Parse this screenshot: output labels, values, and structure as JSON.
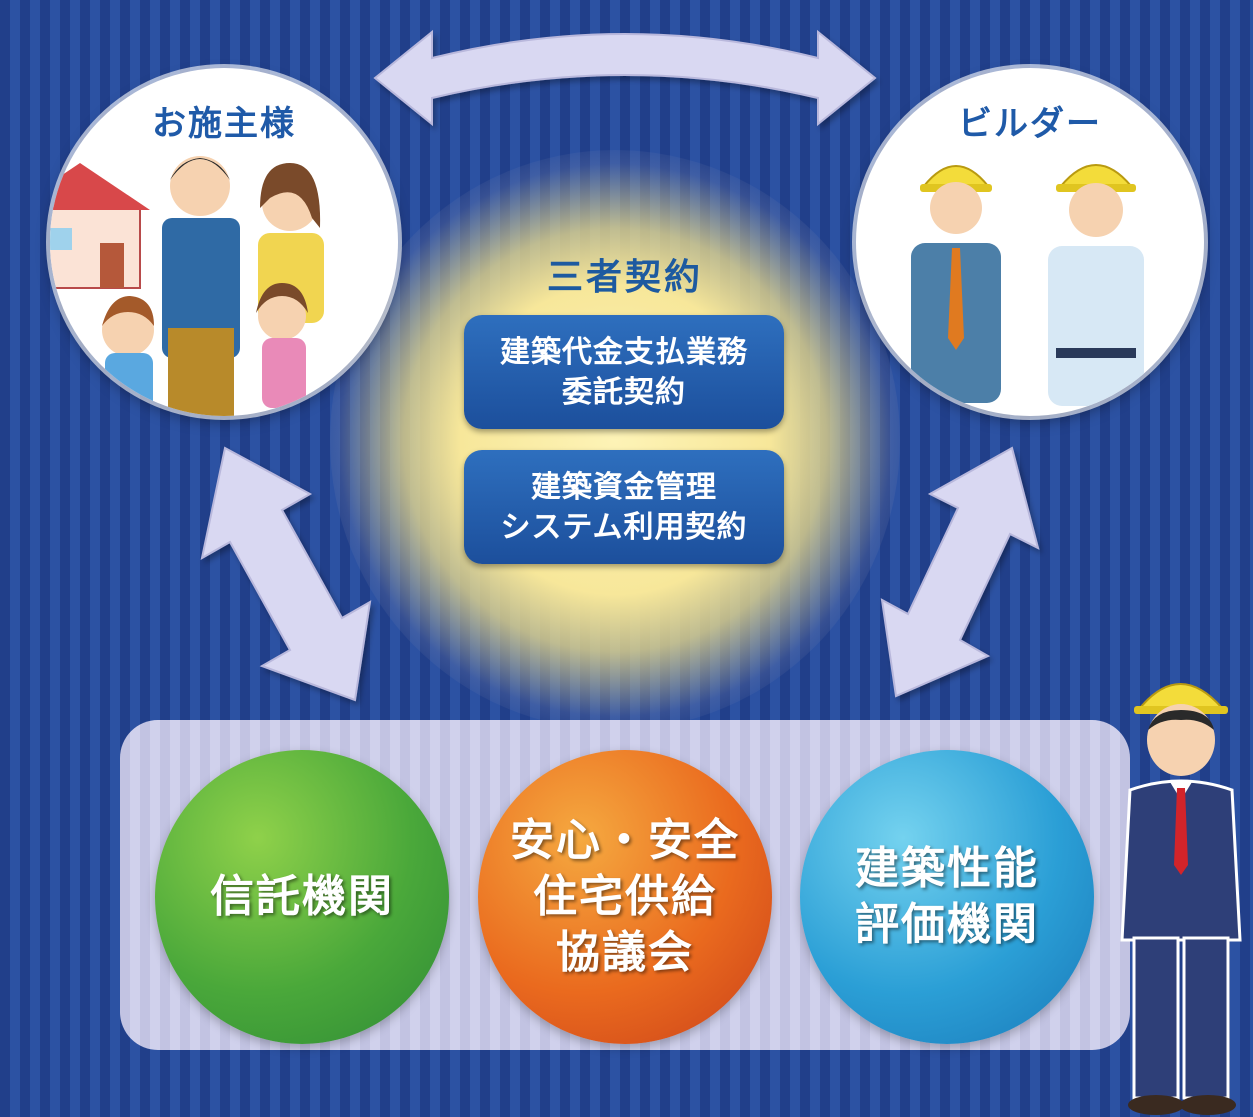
{
  "parties": {
    "owner": {
      "title": "お施主様"
    },
    "builder": {
      "title": "ビルダー"
    }
  },
  "contract": {
    "title": "三者契約",
    "items": [
      {
        "lines": [
          "建築代金支払業務",
          "委託契約"
        ]
      },
      {
        "lines": [
          "建築資金管理",
          "システム利用契約"
        ]
      }
    ]
  },
  "organizations": [
    {
      "lines": [
        "信託機関"
      ],
      "color": "#4aa83a"
    },
    {
      "lines": [
        "安心・安全",
        "住宅供給",
        "協議会"
      ],
      "color": "#ea6a1e"
    },
    {
      "lines": [
        "建築性能",
        "評価機関"
      ],
      "color": "#2b9fd6"
    }
  ],
  "colors": {
    "background": "#243f8c",
    "arrow": "#d9d8f2",
    "title_blue": "#1f5aa8"
  }
}
